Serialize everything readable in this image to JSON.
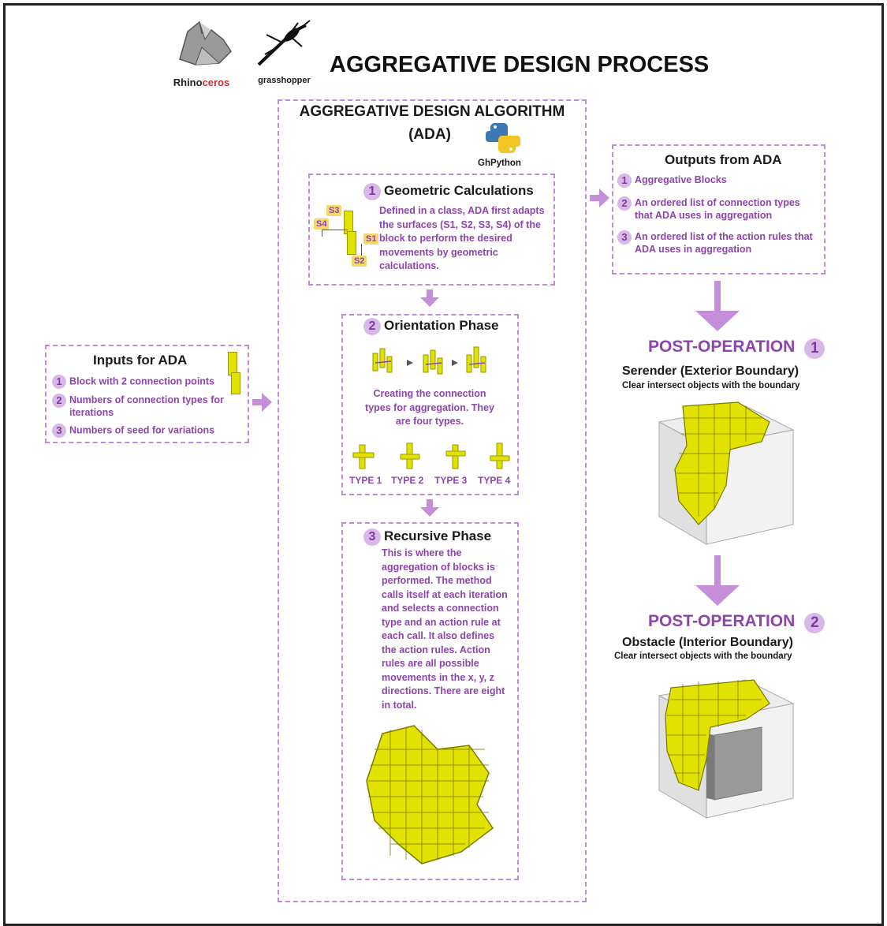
{
  "header": {
    "rhino_logo_text_a": "Rhino",
    "rhino_logo_text_b": "ceros",
    "grasshopper_logo_text": "grasshopper",
    "title": "AGGREGATIVE DESIGN PROCESS"
  },
  "ada": {
    "title_line1": "AGGREGATIVE DESIGN ALGORITHM",
    "title_line2": "(ADA)",
    "ghpython_label": "GhPython",
    "step1": {
      "number": "1",
      "title": "Geometric Calculations",
      "body": "Defined in a class, ADA first adapts the surfaces (S1, S2, S3, S4) of the block to perform the desired movements by geometric calculations.",
      "tags": [
        "S3",
        "S4",
        "S1",
        "S2"
      ]
    },
    "step2": {
      "number": "2",
      "title": "Orientation Phase",
      "body": "Creating the connection types for aggregation. They are four types.",
      "types": [
        "TYPE 1",
        "TYPE 2",
        "TYPE 3",
        "TYPE 4"
      ]
    },
    "step3": {
      "number": "3",
      "title": "Recursive Phase",
      "body": "This is where the aggregation of blocks is performed. The method calls itself at each iteration and selects a connection type and an action rule at each call. It also defines the action rules. Action rules are all possible movements in the  x, y, z directions. There are eight in total."
    }
  },
  "inputs": {
    "title": "Inputs for ADA",
    "items": [
      {
        "number": "1",
        "text": "Block with 2 connection points"
      },
      {
        "number": "2",
        "text": "Numbers of connection types for iterations"
      },
      {
        "number": "3",
        "text": "Numbers of seed for variations"
      }
    ]
  },
  "outputs": {
    "title": "Outputs from ADA",
    "items": [
      {
        "number": "1",
        "text": "Aggregative Blocks"
      },
      {
        "number": "2",
        "text": "An ordered list of connection types that ADA uses in aggregation"
      },
      {
        "number": "3",
        "text": "An ordered list of the action rules that ADA uses in aggregation"
      }
    ]
  },
  "post1": {
    "label": "POST-OPERATION",
    "number": "1",
    "subtitle": "Serender (Exterior Boundary)",
    "desc": "Clear intersect objects with the boundary"
  },
  "post2": {
    "label": "POST-OPERATION",
    "number": "2",
    "subtitle": "Obstacle (Interior Boundary)",
    "desc": "Clear intersect objects with the boundary"
  },
  "colors": {
    "accent": "#8e44ad",
    "dash": "#c08bd4",
    "arrow": "#c48fd8",
    "block_yellow": "#e2e200"
  }
}
